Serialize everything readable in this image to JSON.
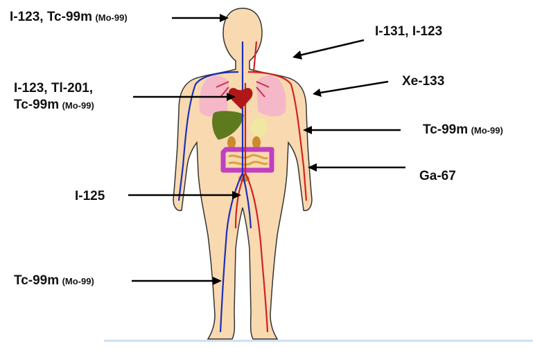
{
  "labels": {
    "head": {
      "main": "I-123, Tc-99m",
      "sub": "(Mo-99)"
    },
    "thyroid": {
      "main": "I-131, I-123"
    },
    "heart": {
      "line1": "I-123, Tl-201,",
      "main": "Tc-99m",
      "sub": "(Mo-99)"
    },
    "lungs": {
      "main": "Xe-133"
    },
    "arm": {
      "main": "Tc-99m",
      "sub": "(Mo-99)"
    },
    "soft_tissue": {
      "main": "Ga-67"
    },
    "abdomen": {
      "main": "I-125"
    },
    "leg": {
      "main": "Tc-99m",
      "sub": "(Mo-99)"
    }
  },
  "colors": {
    "skin": "#f8d9b0",
    "skin_outline": "#333333",
    "artery": "#d42020",
    "vein": "#1a2fb8",
    "lung": "#f5b8c8",
    "heart": "#b01818",
    "liver": "#5e7a1e",
    "kidney": "#cc8a2e",
    "intestine": "#c040c0",
    "arrow": "#000000"
  }
}
